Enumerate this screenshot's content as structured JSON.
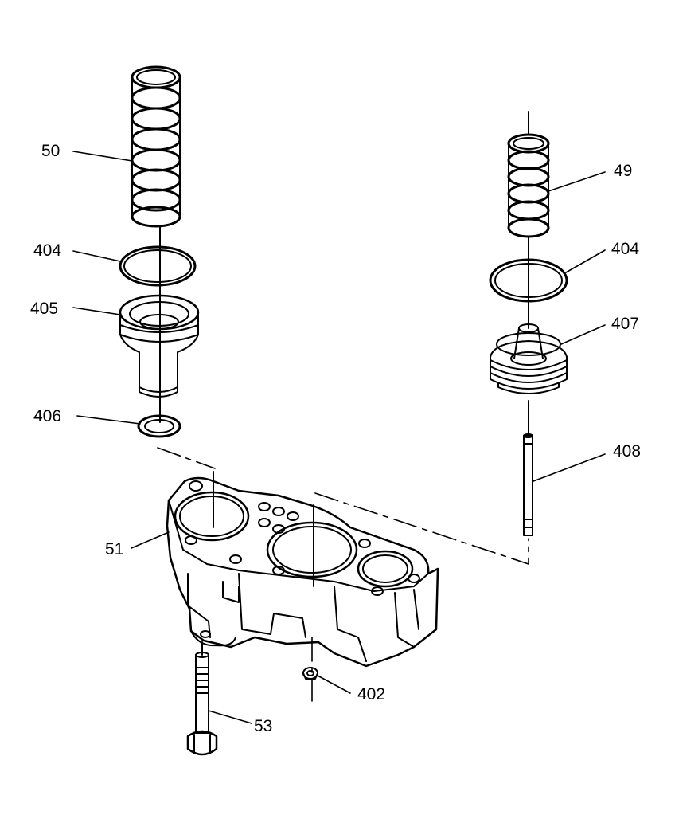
{
  "callouts": {
    "c50": "50",
    "c404a": "404",
    "c405": "405",
    "c406": "406",
    "c49": "49",
    "c404b": "404",
    "c407": "407",
    "c408": "408",
    "c51": "51",
    "c402": "402",
    "c53": "53"
  },
  "colors": {
    "ink": "#000000",
    "paper": "#ffffff"
  }
}
